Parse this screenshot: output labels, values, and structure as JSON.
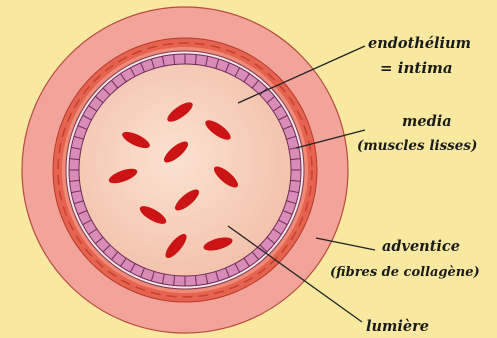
{
  "labels": {
    "endothelium": "endothélium",
    "intima": "= intima",
    "media": "media",
    "media_sub": "(muscles lisses)",
    "adventice": "adventice",
    "adventice_sub": "(fibres de collagène)",
    "lumiere": "lumière"
  },
  "colors": {
    "background": "#f8e8a0",
    "adventitia": "#f2a49a",
    "media": "#e8604e",
    "intima_band": "#d98cb8",
    "lumen": "#f7cdb8",
    "red_cells": "#cc1414"
  }
}
